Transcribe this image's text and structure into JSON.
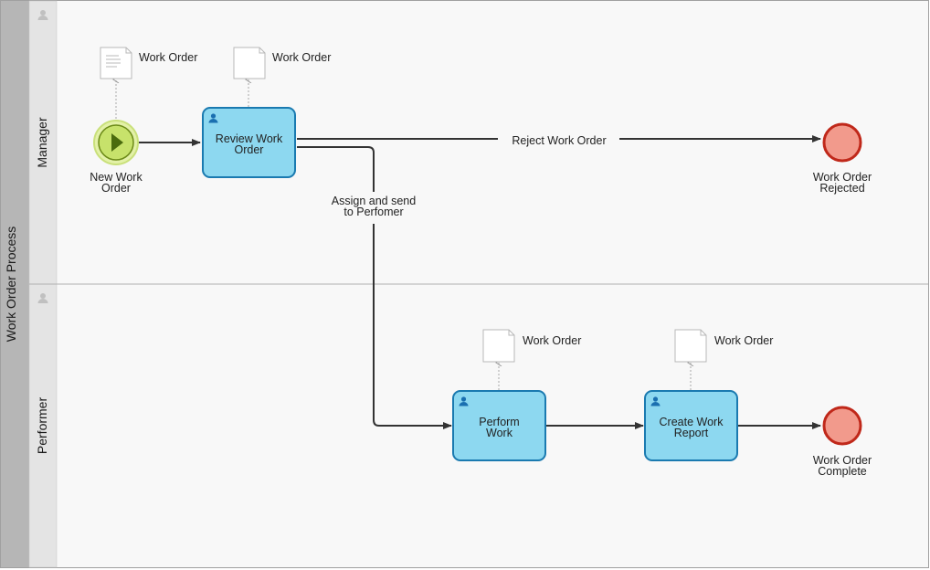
{
  "pool": {
    "title": "Work Order Process"
  },
  "lanes": [
    {
      "label": "Manager"
    },
    {
      "label": "Performer"
    }
  ],
  "events": {
    "start": {
      "line1": "New Work",
      "line2": "Order"
    },
    "rejected": {
      "line1": "Work Order",
      "line2": "Rejected"
    },
    "complete": {
      "line1": "Work Order",
      "line2": "Complete"
    }
  },
  "tasks": {
    "review": {
      "line1": "Review Work",
      "line2": "Order"
    },
    "perform": {
      "line1": "Perform",
      "line2": "Work"
    },
    "report": {
      "line1": "Create Work",
      "line2": "Report"
    }
  },
  "documents": [
    {
      "label": "Work Order"
    },
    {
      "label": "Work Order"
    },
    {
      "label": "Work Order"
    },
    {
      "label": "Work Order"
    }
  ],
  "flows": {
    "reject": "Reject Work Order",
    "assign_line1": "Assign and send",
    "assign_line2": "to Perfomer"
  },
  "colors": {
    "task_fill": "#8dd8f0",
    "task_stroke": "#1a7ab0",
    "start_fill": "#c7e26b",
    "end_fill": "#f29a8c",
    "end_stroke": "#c0281a",
    "pool_header": "#b6b6b6",
    "lane_header": "#e4e4e4"
  }
}
